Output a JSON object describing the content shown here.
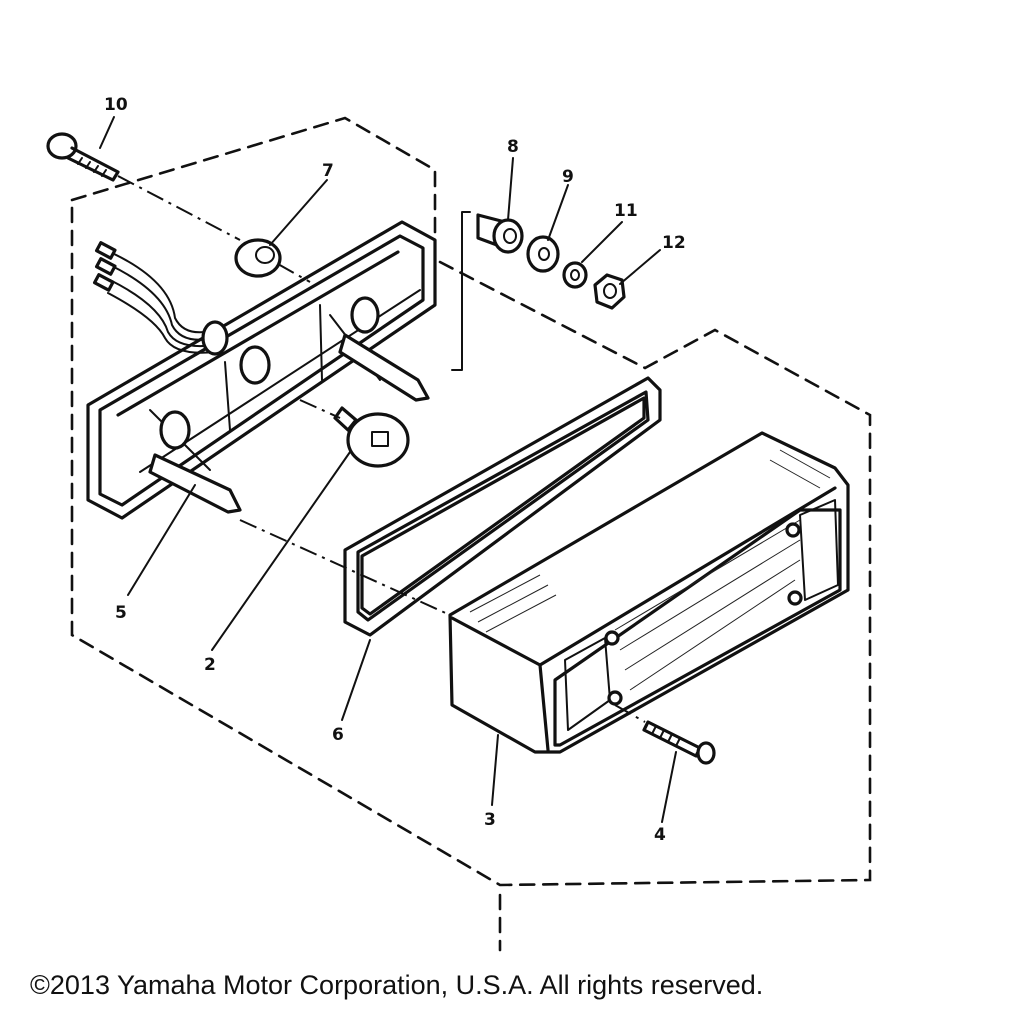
{
  "part_labels": {
    "p2": "2",
    "p3": "3",
    "p4": "4",
    "p5": "5",
    "p6": "6",
    "p7": "7",
    "p8": "8",
    "p9": "9",
    "p10": "10",
    "p11": "11",
    "p12": "12"
  },
  "copyright": "©2013 Yamaha Motor Corporation, U.S.A. All rights reserved."
}
